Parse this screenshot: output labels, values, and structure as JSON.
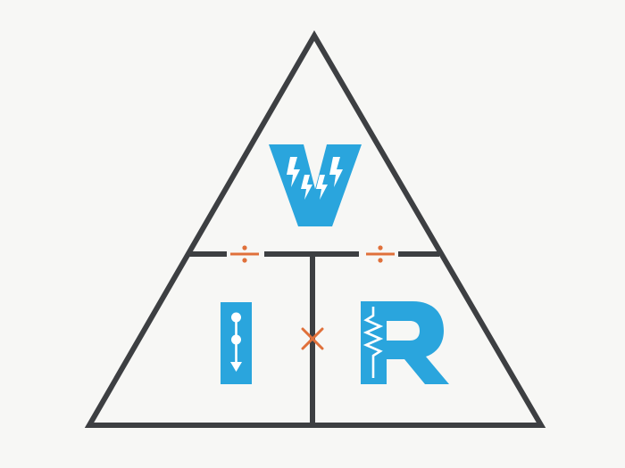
{
  "diagram": {
    "top_letter": "V",
    "left_letter": "I",
    "right_letter": "R",
    "divide_symbol_left": "÷",
    "divide_symbol_right": "÷",
    "multiply_symbol": "×"
  },
  "colors": {
    "background": "#f7f7f5",
    "outline": "#3d3f42",
    "letter_blue": "#2aa5dd",
    "operator_orange": "#e0703a"
  },
  "icons": {
    "voltage": "lightning-bolt-icon",
    "current": "current-flow-arrow-icon",
    "resistance": "resistor-zigzag-icon"
  }
}
